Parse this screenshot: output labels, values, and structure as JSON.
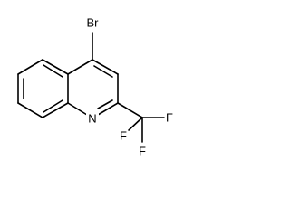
{
  "molecule": {
    "atoms": {
      "bromine": "Br",
      "nitrogen": "N",
      "fluorine_right": "F",
      "fluorine_left": "F",
      "fluorine_bottom": "F"
    },
    "colors": {
      "bond": "#000000",
      "label": "#000000",
      "background": "#ffffff"
    }
  }
}
